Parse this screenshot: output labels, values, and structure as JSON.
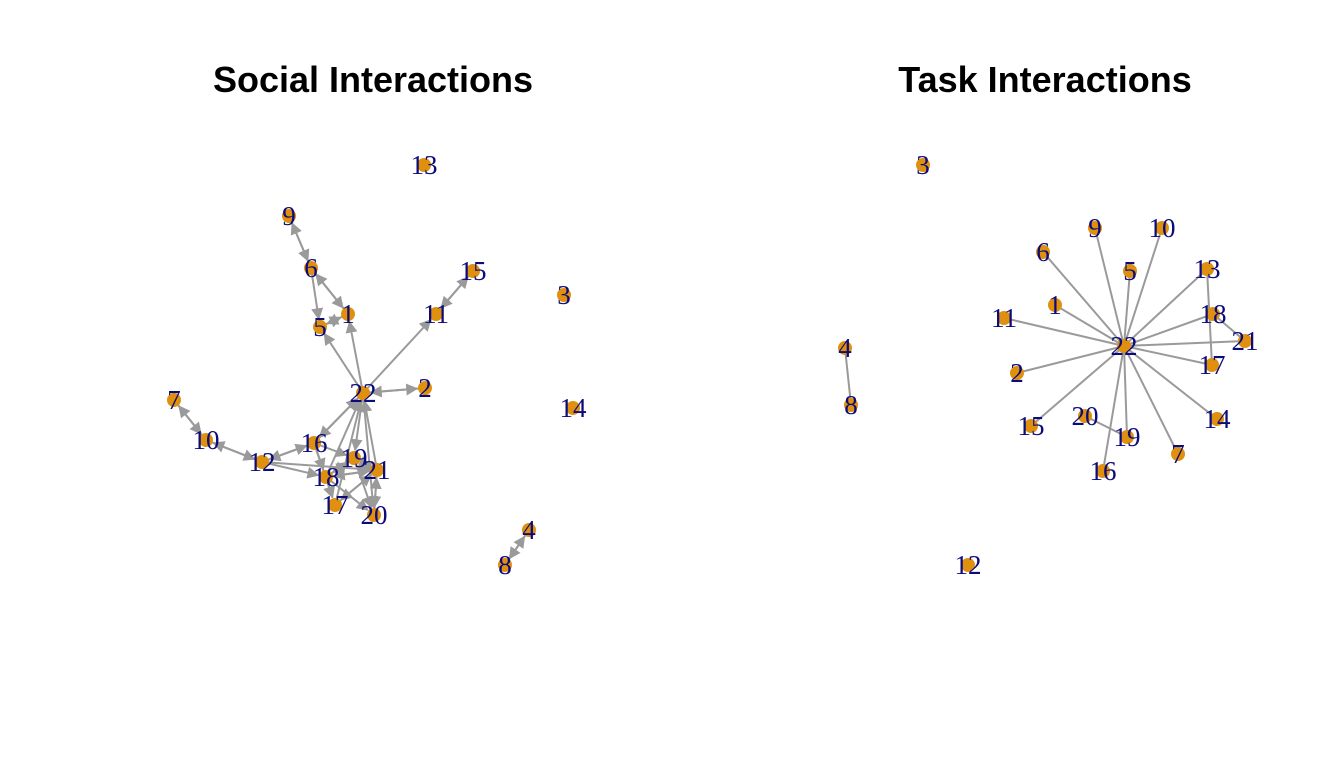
{
  "colors": {
    "node": "#E0900F",
    "label": "#0B0B7A",
    "edge": "#9A9A9A",
    "title": "#000000"
  },
  "panels": [
    {
      "id": "social",
      "title": "Social Interactions",
      "directed": true,
      "nodes": [
        "1",
        "2",
        "3",
        "4",
        "5",
        "6",
        "7",
        "8",
        "9",
        "10",
        "11",
        "12",
        "13",
        "14",
        "15",
        "16",
        "17",
        "18",
        "19",
        "20",
        "21",
        "22"
      ],
      "edges": [
        [
          "9",
          "6"
        ],
        [
          "6",
          "9"
        ],
        [
          "6",
          "5"
        ],
        [
          "6",
          "1"
        ],
        [
          "1",
          "6"
        ],
        [
          "5",
          "1"
        ],
        [
          "1",
          "5"
        ],
        [
          "22",
          "1"
        ],
        [
          "22",
          "5"
        ],
        [
          "22",
          "11"
        ],
        [
          "15",
          "11"
        ],
        [
          "11",
          "15"
        ],
        [
          "22",
          "2"
        ],
        [
          "2",
          "22"
        ],
        [
          "7",
          "10"
        ],
        [
          "10",
          "7"
        ],
        [
          "10",
          "12"
        ],
        [
          "12",
          "10"
        ],
        [
          "12",
          "16"
        ],
        [
          "16",
          "12"
        ],
        [
          "12",
          "18"
        ],
        [
          "12",
          "21"
        ],
        [
          "16",
          "22"
        ],
        [
          "22",
          "16"
        ],
        [
          "18",
          "22"
        ],
        [
          "22",
          "19"
        ],
        [
          "21",
          "22"
        ],
        [
          "22",
          "20"
        ],
        [
          "17",
          "22"
        ],
        [
          "16",
          "18"
        ],
        [
          "16",
          "17"
        ],
        [
          "18",
          "17"
        ],
        [
          "18",
          "19"
        ],
        [
          "19",
          "18"
        ],
        [
          "18",
          "21"
        ],
        [
          "21",
          "18"
        ],
        [
          "19",
          "21"
        ],
        [
          "21",
          "19"
        ],
        [
          "17",
          "21"
        ],
        [
          "21",
          "17"
        ],
        [
          "21",
          "20"
        ],
        [
          "20",
          "21"
        ],
        [
          "18",
          "20"
        ],
        [
          "19",
          "20"
        ],
        [
          "16",
          "19"
        ],
        [
          "4",
          "8"
        ],
        [
          "8",
          "4"
        ]
      ]
    },
    {
      "id": "task",
      "title": "Task Interactions",
      "directed": false,
      "nodes": [
        "1",
        "2",
        "3",
        "4",
        "5",
        "6",
        "7",
        "8",
        "9",
        "10",
        "11",
        "12",
        "13",
        "14",
        "15",
        "16",
        "17",
        "18",
        "19",
        "20",
        "21",
        "22"
      ],
      "edges": [
        [
          "22",
          "6"
        ],
        [
          "22",
          "9"
        ],
        [
          "22",
          "10"
        ],
        [
          "22",
          "5"
        ],
        [
          "22",
          "13"
        ],
        [
          "22",
          "18"
        ],
        [
          "22",
          "21"
        ],
        [
          "22",
          "17"
        ],
        [
          "22",
          "14"
        ],
        [
          "22",
          "7"
        ],
        [
          "22",
          "19"
        ],
        [
          "22",
          "16"
        ],
        [
          "22",
          "15"
        ],
        [
          "22",
          "2"
        ],
        [
          "22",
          "11"
        ],
        [
          "22",
          "1"
        ],
        [
          "13",
          "17"
        ],
        [
          "18",
          "21"
        ],
        [
          "20",
          "19"
        ],
        [
          "4",
          "8"
        ]
      ]
    }
  ]
}
